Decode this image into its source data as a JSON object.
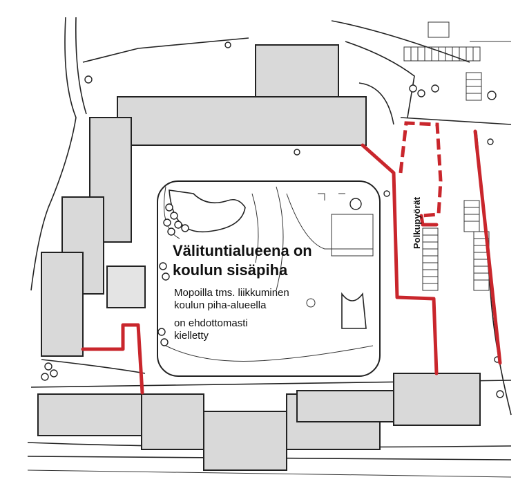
{
  "labels": {
    "courtyard_title_1": "Välituntialueena on",
    "courtyard_title_2": "koulun sisäpiha",
    "warning_1": "Mopoilla tms. liikkuminen",
    "warning_2": "koulun piha-alueella",
    "warning_3": "on ehdottomasti",
    "warning_4": "kielletty",
    "bicycles": "Polkupyörät"
  },
  "colors": {
    "boundary_red": "#c9262c",
    "building_gray": "#d9d9d9",
    "ink": "#222222"
  }
}
